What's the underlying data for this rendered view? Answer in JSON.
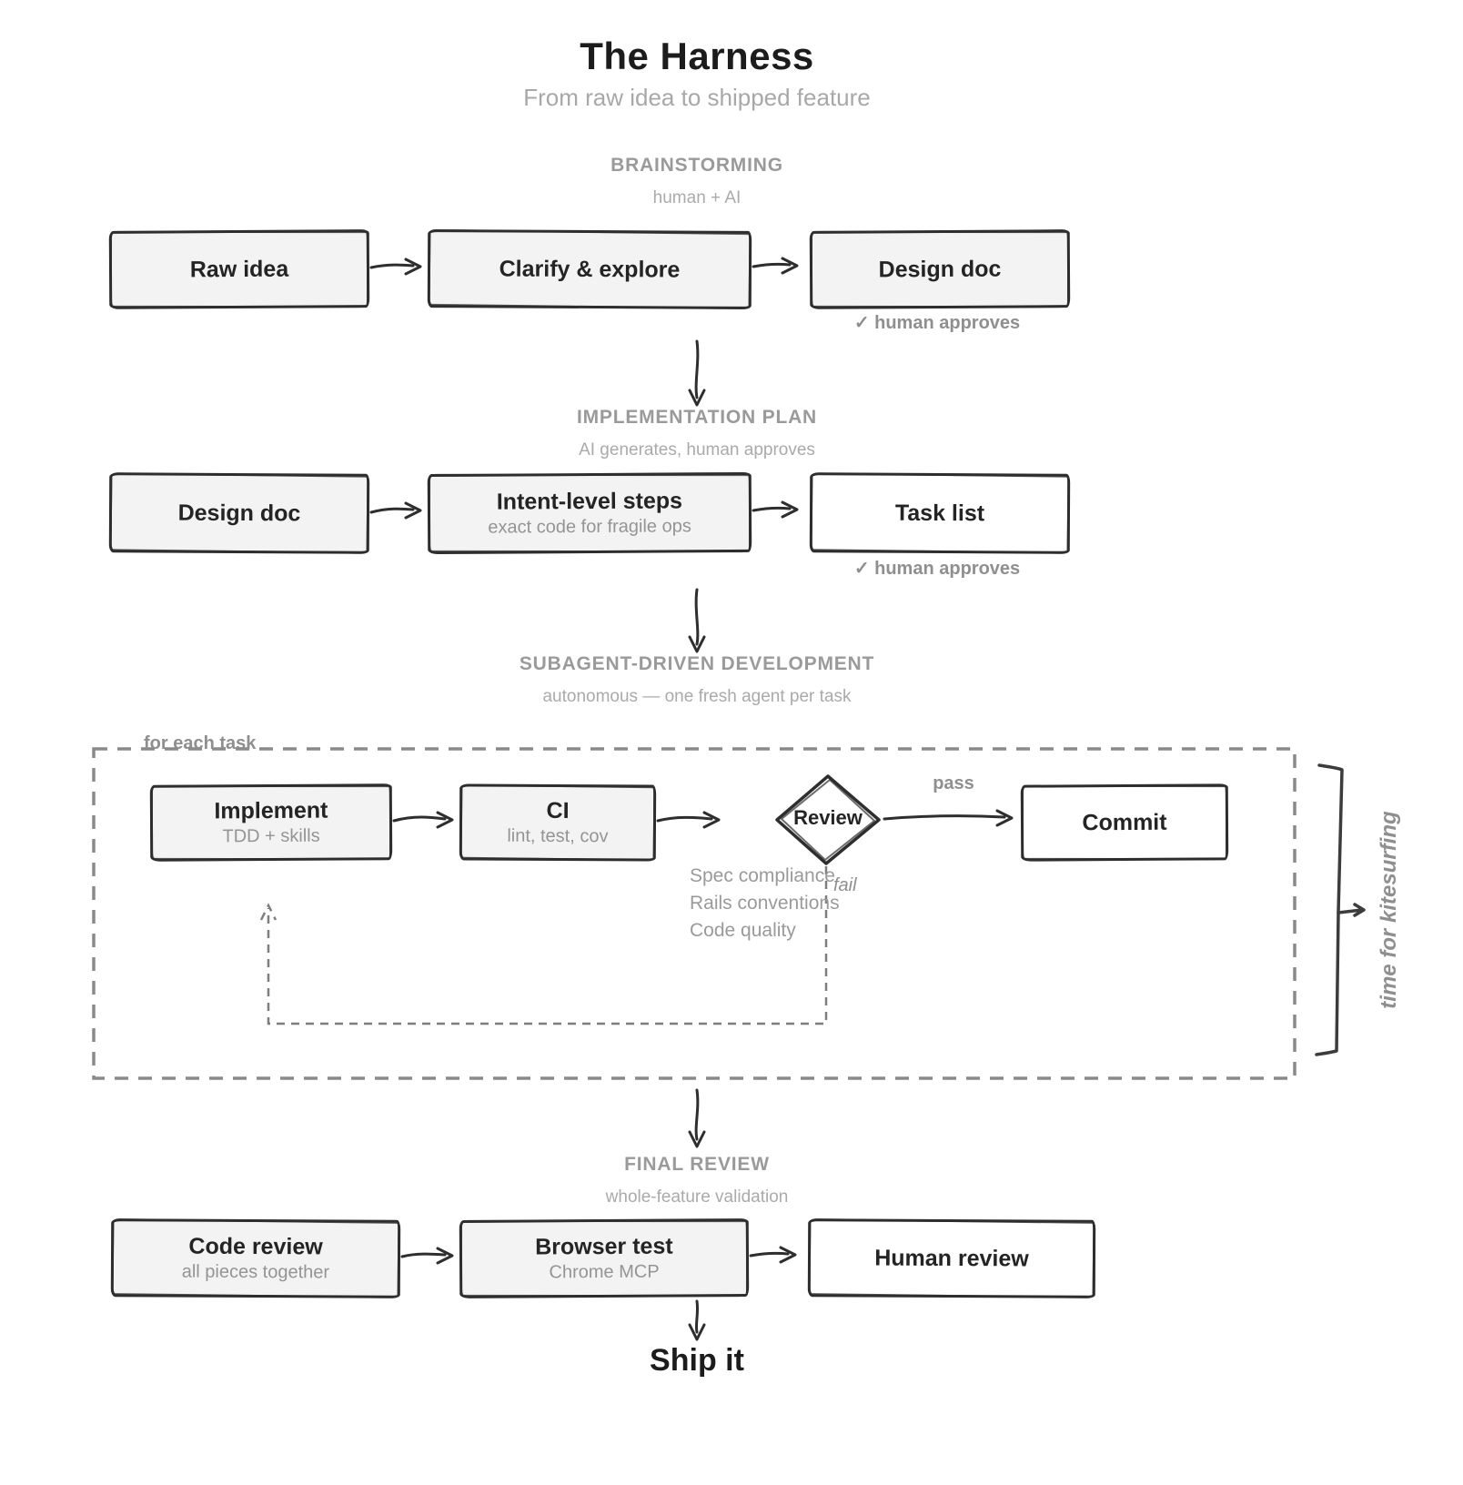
{
  "colors": {
    "ink": "#2e2e2e",
    "box_fill": "#f3f3f3",
    "muted_text": "#9a9a9a",
    "dashed_frame": "#8a8a8a",
    "canvas": "#ffffff"
  },
  "header": {
    "title": "The Harness",
    "subtitle": "From raw idea to shipped feature"
  },
  "brainstorming": {
    "label": "BRAINSTORMING",
    "sublabel": "human + AI",
    "nodes": {
      "raw_idea": "Raw idea",
      "clarify": "Clarify & explore",
      "design_doc": "Design doc"
    },
    "approval": "✓ human approves"
  },
  "implementation": {
    "label": "IMPLEMENTATION PLAN",
    "sublabel": "AI generates, human approves",
    "nodes": {
      "design_doc": "Design doc",
      "intent": {
        "label": "Intent-level steps",
        "sub": "exact code for fragile ops"
      },
      "task_list": "Task list"
    },
    "approval": "✓ human approves"
  },
  "subagent": {
    "label": "SUBAGENT-DRIVEN DEVELOPMENT",
    "sublabel": "autonomous — one fresh agent per task",
    "loop_label": "for each task",
    "nodes": {
      "implement": {
        "label": "Implement",
        "sub": "TDD + skills"
      },
      "ci": {
        "label": "CI",
        "sub": "lint, test, cov"
      },
      "review": "Review",
      "commit": "Commit"
    },
    "edge_labels": {
      "pass": "pass",
      "fail": "fail"
    },
    "criteria": [
      "Spec compliance",
      "Rails conventions",
      "Code quality"
    ],
    "aside": "time for kitesurfing"
  },
  "final": {
    "label": "FINAL REVIEW",
    "sublabel": "whole-feature validation",
    "nodes": {
      "code_review": {
        "label": "Code review",
        "sub": "all pieces together"
      },
      "browser_test": {
        "label": "Browser test",
        "sub": "Chrome MCP"
      },
      "human_review": "Human review"
    }
  },
  "ship_label": "Ship it"
}
